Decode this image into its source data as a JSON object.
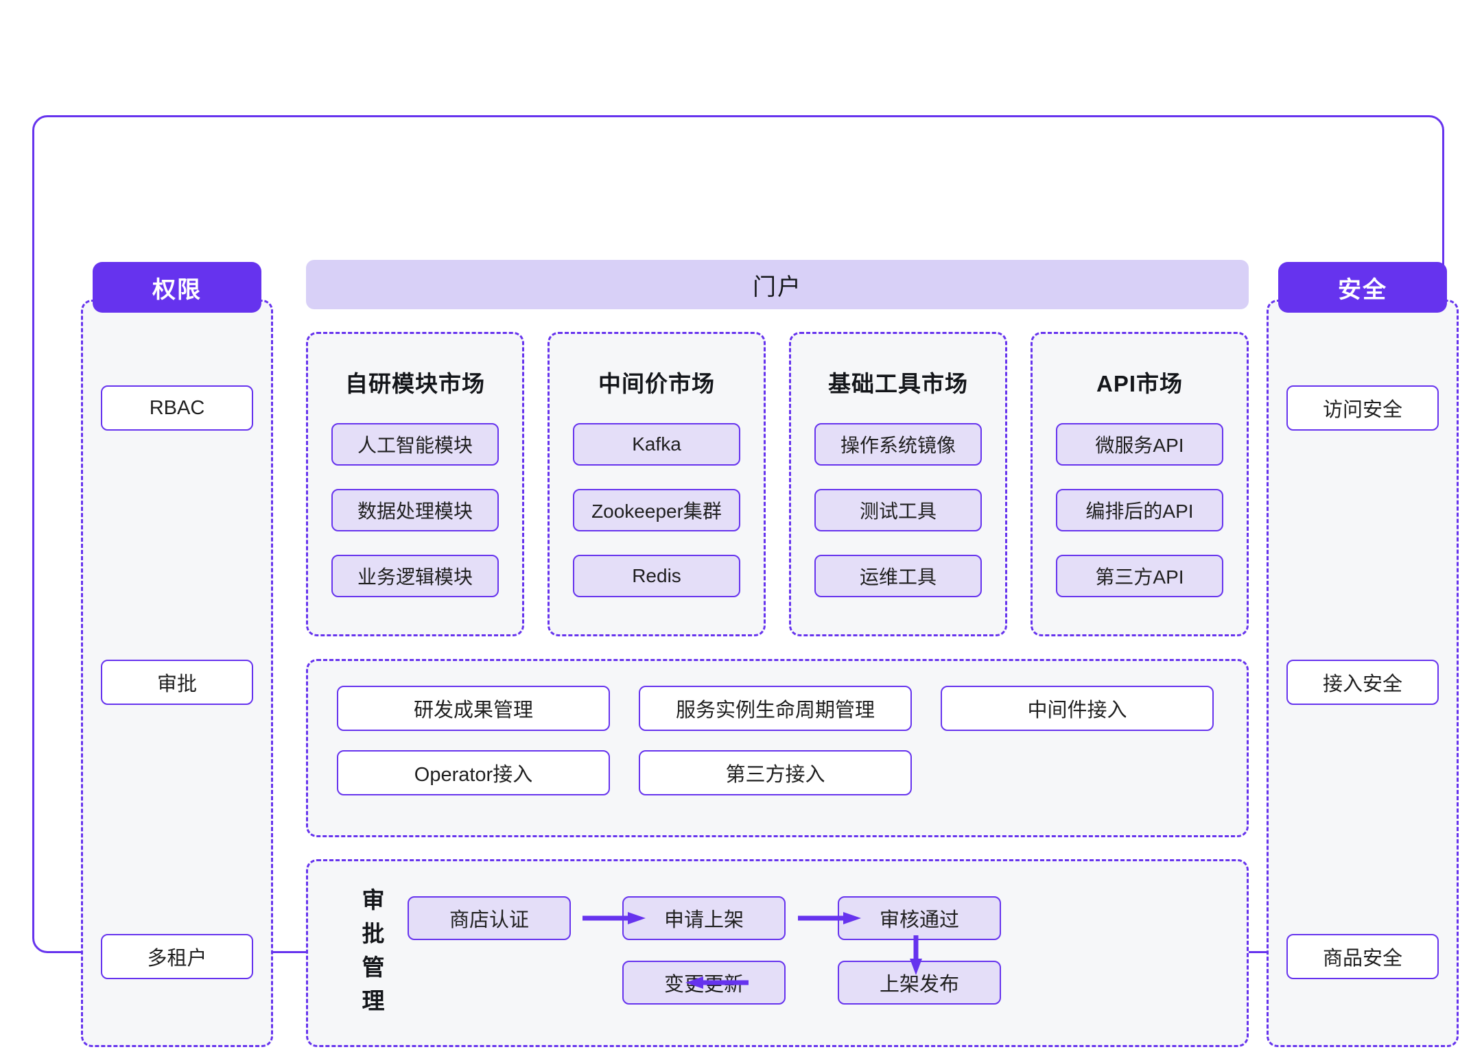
{
  "diagram": {
    "title_bar": {
      "label": "门户"
    },
    "left_panel": {
      "header": "权限",
      "items": [
        {
          "label": "RBAC"
        },
        {
          "label": "审批"
        },
        {
          "label": "多租户"
        }
      ]
    },
    "right_panel": {
      "header": "安全",
      "items": [
        {
          "label": "访问安全"
        },
        {
          "label": "接入安全"
        },
        {
          "label": "商品安全"
        }
      ]
    },
    "markets": [
      {
        "title": "自研模块市场",
        "items": [
          "人工智能模块",
          "数据处理模块",
          "业务逻辑模块"
        ]
      },
      {
        "title": "中间价市场",
        "items": [
          "Kafka",
          "Zookeeper集群",
          "Redis"
        ]
      },
      {
        "title": "基础工具市场",
        "items": [
          "操作系统镜像",
          "测试工具",
          "运维工具"
        ]
      },
      {
        "title": "API市场",
        "items": [
          "微服务API",
          "编排后的API",
          "第三方API"
        ]
      }
    ],
    "management": {
      "row1": [
        "研发成果管理",
        "服务实例生命周期管理",
        "中间件接入"
      ],
      "row2": [
        "Operator接入",
        "第三方接入"
      ]
    },
    "approval": {
      "label": "审批管理",
      "nodes": {
        "shop": "商店认证",
        "apply": "申请上架",
        "pass": "审核通过",
        "publish": "上架发布",
        "change": "变更更新"
      }
    },
    "colors": {
      "accent": "#6633EE",
      "chip_fill": "#E4DEF8",
      "portal_fill": "#D8D0F7",
      "panel_fill": "#F6F7F9",
      "white": "#FFFFFF",
      "text": "#1F1F1F"
    }
  }
}
